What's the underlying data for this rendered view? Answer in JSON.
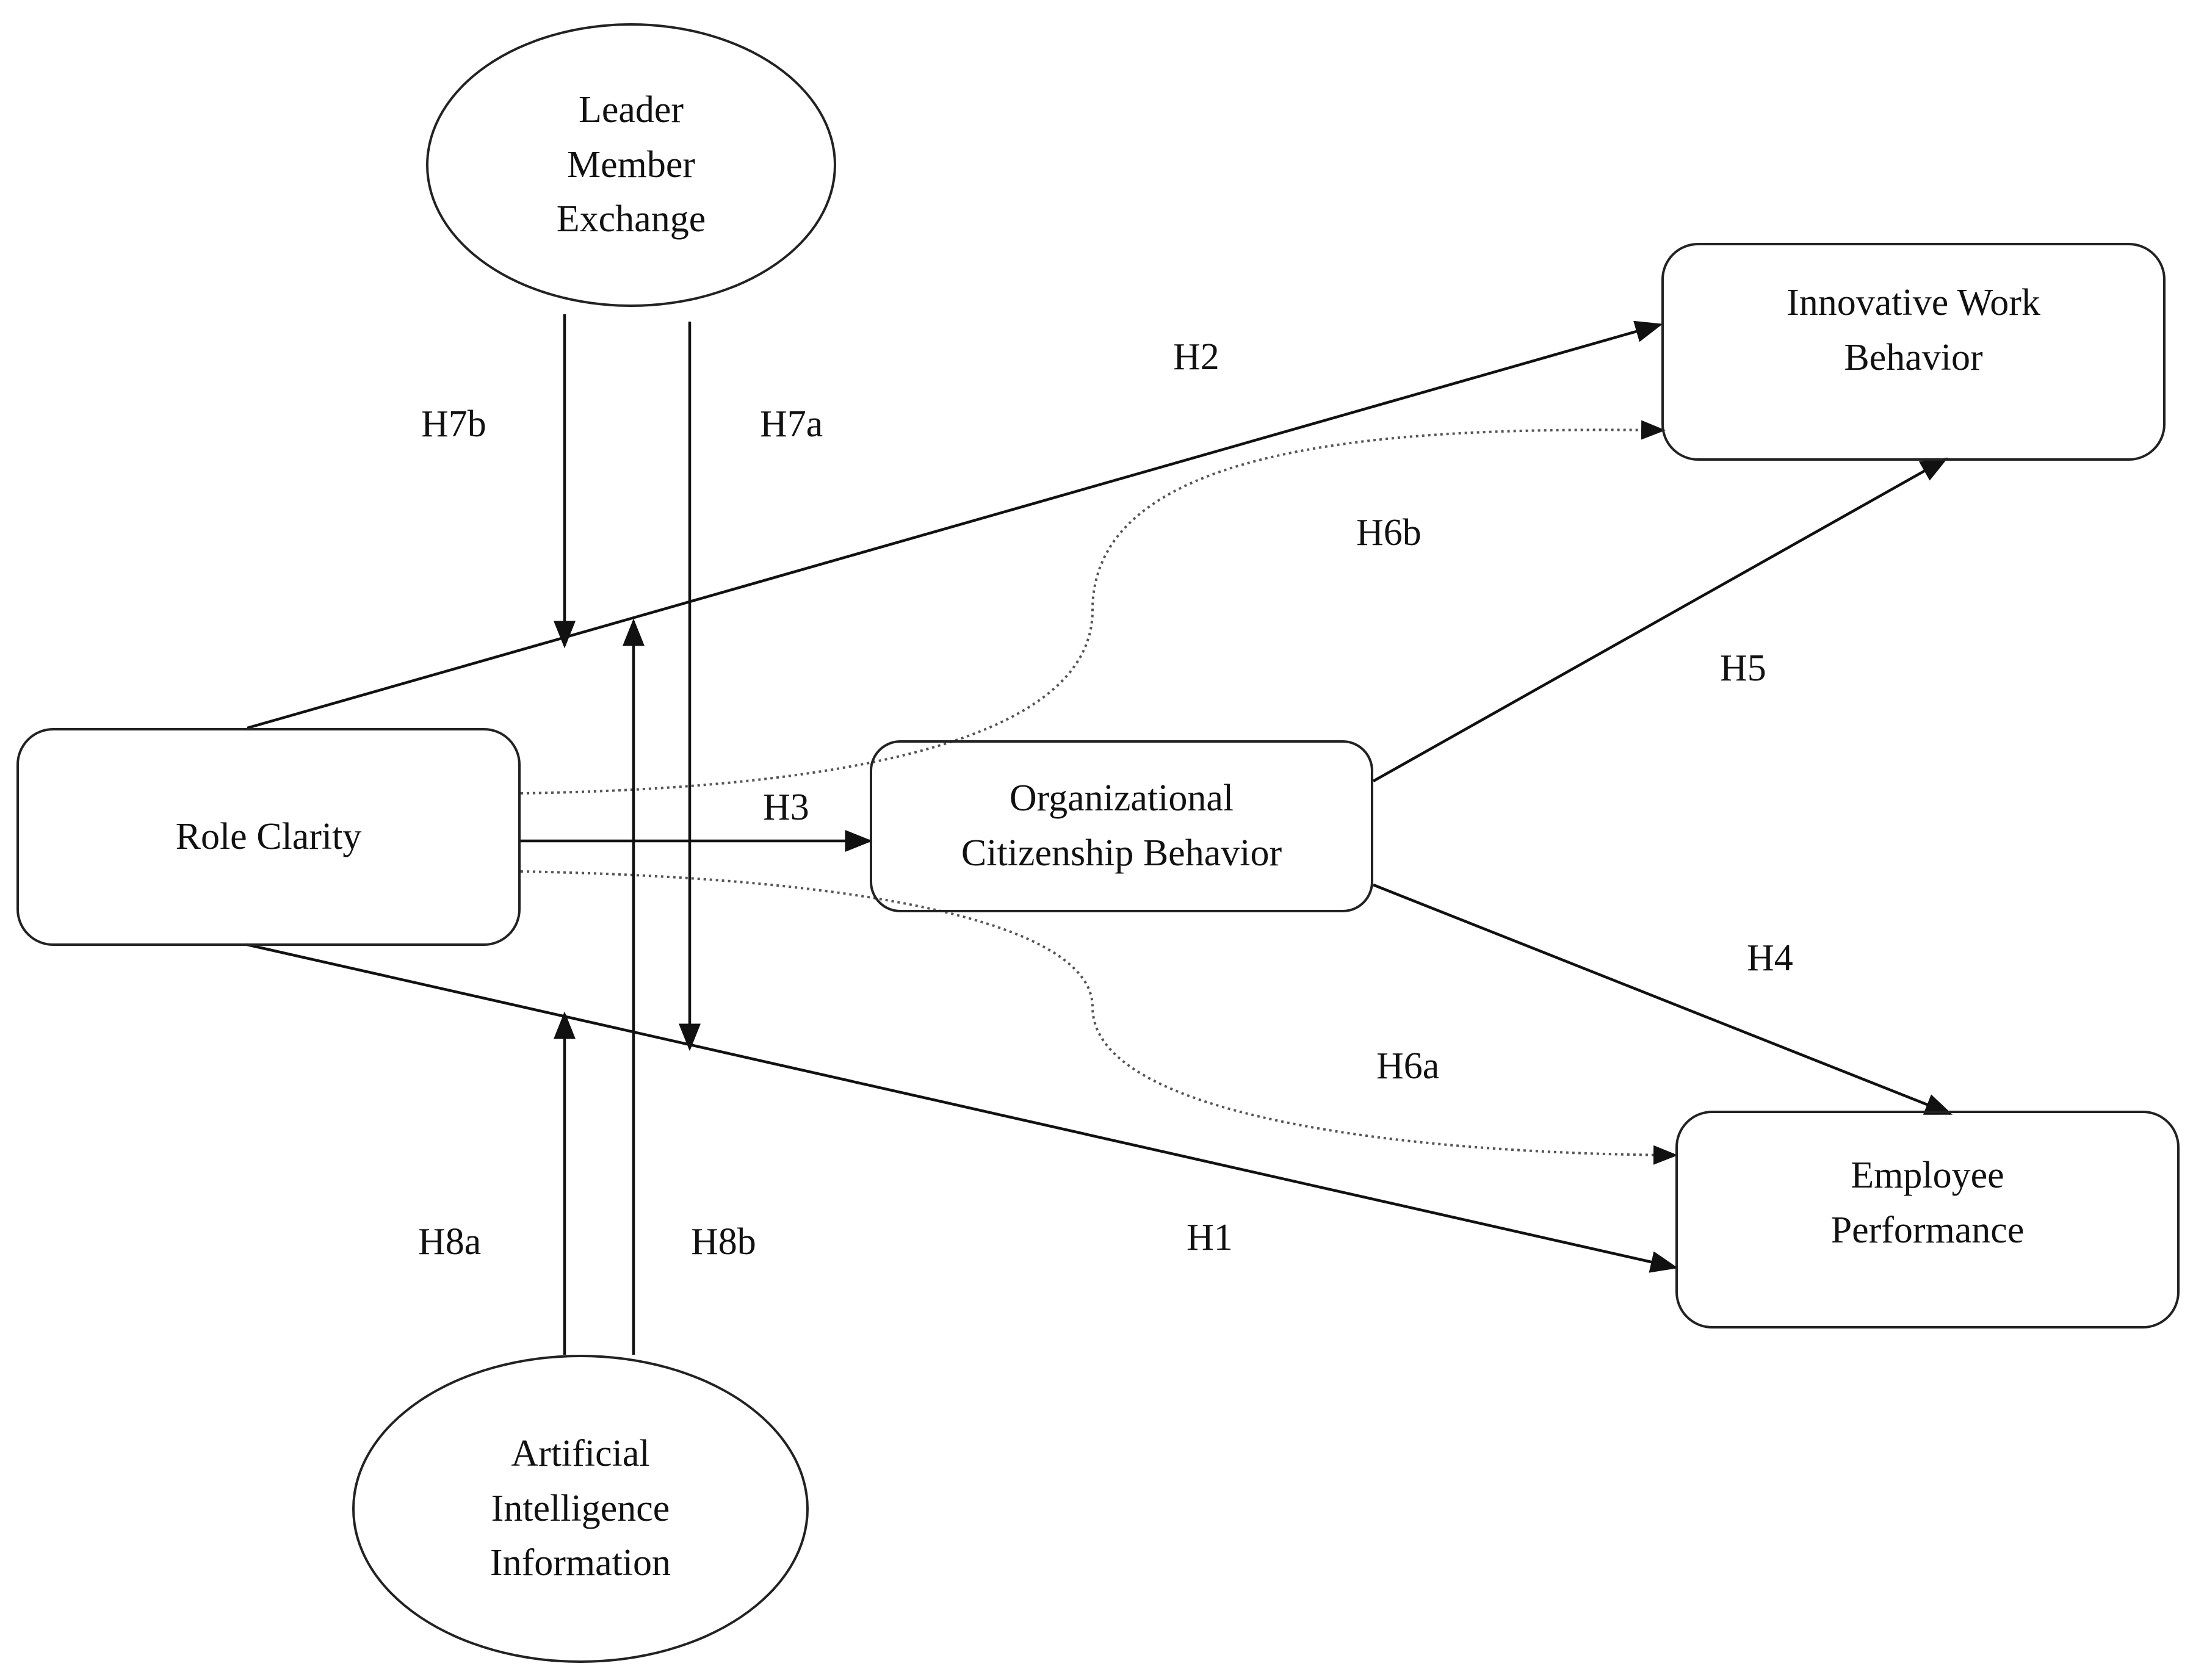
{
  "nodes": {
    "lmx": "Leader\nMember\nExchange",
    "aii": "Artificial\nIntelligence\nInformation",
    "role_clarity": "Role Clarity",
    "ocb": "Organizational\nCitizenship Behavior",
    "iwb": "Innovative Work\nBehavior",
    "ep": "Employee\nPerformance"
  },
  "hypotheses": {
    "h1": "H1",
    "h2": "H2",
    "h3": "H3",
    "h4": "H4",
    "h5": "H5",
    "h6a": "H6a",
    "h6b": "H6b",
    "h7a": "H7a",
    "h7b": "H7b",
    "h8a": "H8a",
    "h8b": "H8b"
  }
}
